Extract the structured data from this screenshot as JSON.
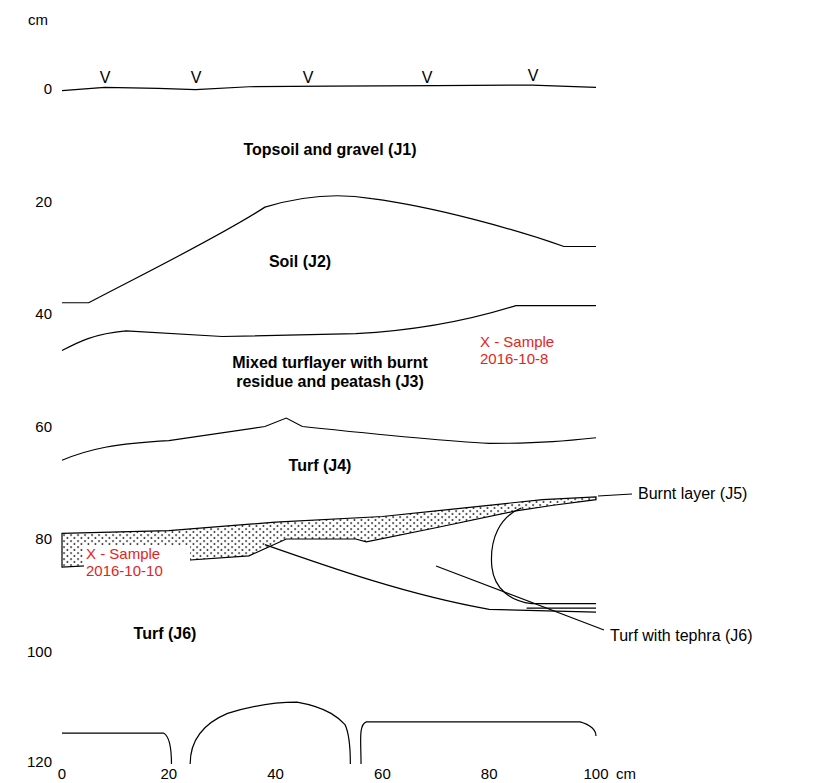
{
  "diagram": {
    "nodes": [
      {
        "text": [
          "Topsoil and gravel (J1)"
        ]
      },
      {
        "text": [
          "Soil (J2)"
        ]
      },
      {
        "text": [
          "Mixed turflayer with burnt residue and peatash (J3)"
        ]
      },
      {
        "text": [
          "Turf (J4)"
        ]
      },
      {
        "text": [
          "Turf (J6)"
        ]
      }
    ],
    "labels": [
      "cm",
      "0",
      "20",
      "40",
      "60",
      "80",
      "100",
      "120",
      "V",
      "V",
      "V",
      "V",
      "V",
      "X - Sample 2016-10-8",
      "Burnt layer (J5)",
      "X - Sample 2016-10-10",
      "Turf with tephra (J6)",
      "0",
      "20",
      "40",
      "60",
      "80",
      "100",
      "cm"
    ]
  }
}
